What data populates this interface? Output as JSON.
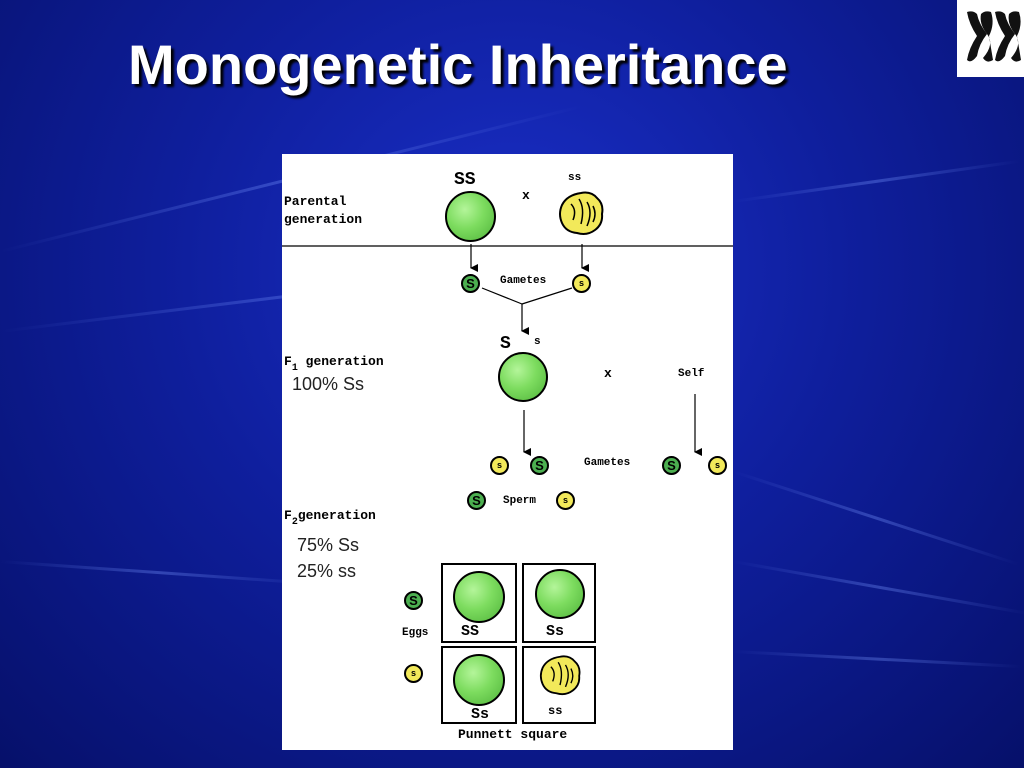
{
  "slide": {
    "title": "Monogenetic Inheritance"
  },
  "parental": {
    "label_line1": "Parental",
    "label_line2": "generation",
    "genotype_left": "SS",
    "cross": "x",
    "genotype_right": "ss"
  },
  "gametes_1": {
    "label": "Gametes",
    "left": "S",
    "right": "s"
  },
  "f1": {
    "label_f": "F",
    "label_sub": "1",
    "label_rest": "generation",
    "percent": "100% Ss",
    "genotype_big": "S",
    "genotype_small": "s",
    "cross": "x",
    "self_label": "Self"
  },
  "gametes_2": {
    "label": "Gametes",
    "left_a": "s",
    "left_b": "S",
    "right_a": "S",
    "right_b": "s"
  },
  "sperm": {
    "label": "Sperm",
    "a": "S",
    "b": "s"
  },
  "f2": {
    "label_f": "F",
    "label_sub": "2",
    "label_rest": "generation",
    "percent_1": "75% Ss",
    "percent_2": "25% ss"
  },
  "punnett": {
    "eggs_label": "Eggs",
    "egg_a": "S",
    "egg_b": "s",
    "cells": [
      "SS",
      "Ss",
      "Ss",
      "ss"
    ],
    "caption": "Punnett square"
  },
  "colors": {
    "background": "#0f1f9e",
    "pea_green": "#7ddc5f",
    "pea_yellow": "#f2e95a",
    "gamete_dominant": "#4caf50"
  },
  "icons": {
    "logo": "chromosome-icon"
  }
}
